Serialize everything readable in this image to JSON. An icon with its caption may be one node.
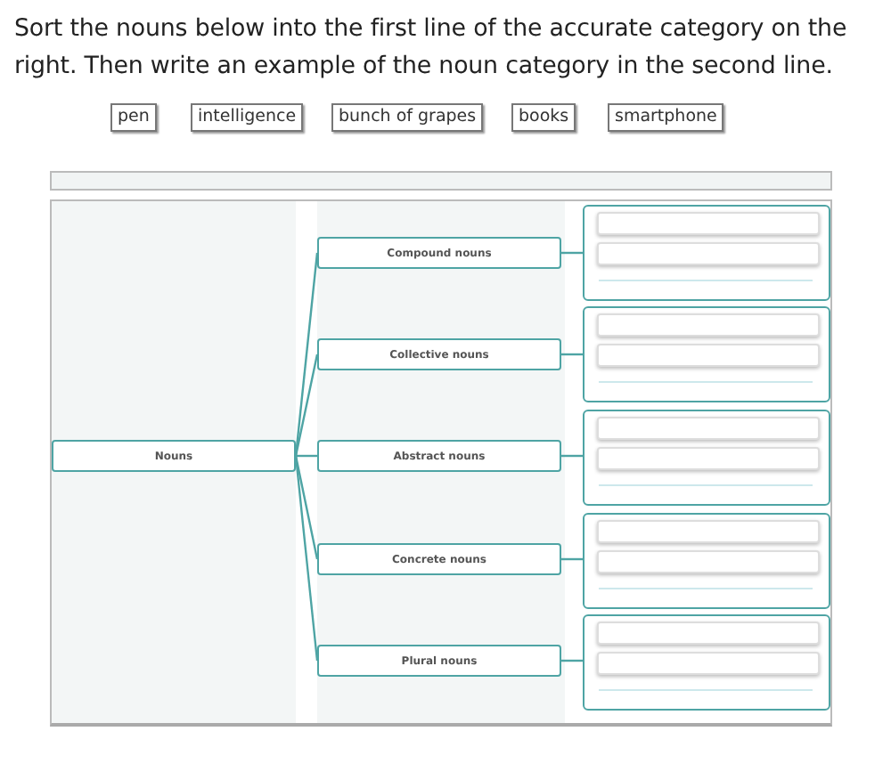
{
  "diagram": {
    "title": "Sort the nouns below into the first line of the accurate category on the right. Then write an example of the noun category in the second line.",
    "nodes": [
      {
        "text": [
          "pen"
        ]
      },
      {
        "text": [
          "intelligence"
        ]
      },
      {
        "text": [
          "bunch of grapes"
        ]
      },
      {
        "text": [
          "books"
        ]
      },
      {
        "text": [
          "smartphone"
        ]
      },
      {
        "text": [
          "Nouns"
        ]
      },
      {
        "text": [
          "Compound nouns"
        ]
      },
      {
        "text": [
          "Collective nouns"
        ]
      },
      {
        "text": [
          "Abstract nouns"
        ]
      },
      {
        "text": [
          "Concrete nouns"
        ]
      },
      {
        "text": [
          "Plural nouns"
        ]
      },
      {
        "text": [],
        "shape": "box"
      },
      {
        "text": [],
        "shape": "box"
      },
      {
        "text": [],
        "shape": "box"
      },
      {
        "text": [],
        "shape": "box"
      },
      {
        "text": [],
        "shape": "box"
      }
    ],
    "edges": [
      {
        "from": 5,
        "to": 6,
        "arrow": "none"
      },
      {
        "from": 5,
        "to": 7,
        "arrow": "none"
      },
      {
        "from": 5,
        "to": 8,
        "arrow": "none"
      },
      {
        "from": 5,
        "to": 9,
        "arrow": "none"
      },
      {
        "from": 5,
        "to": 10,
        "arrow": "none"
      },
      {
        "from": 6,
        "to": 11,
        "arrow": "none"
      },
      {
        "from": 7,
        "to": 12,
        "arrow": "none"
      },
      {
        "from": 8,
        "to": 13,
        "arrow": "none"
      },
      {
        "from": 9,
        "to": 14,
        "arrow": "none"
      },
      {
        "from": 10,
        "to": 15,
        "arrow": "none"
      }
    ]
  }
}
